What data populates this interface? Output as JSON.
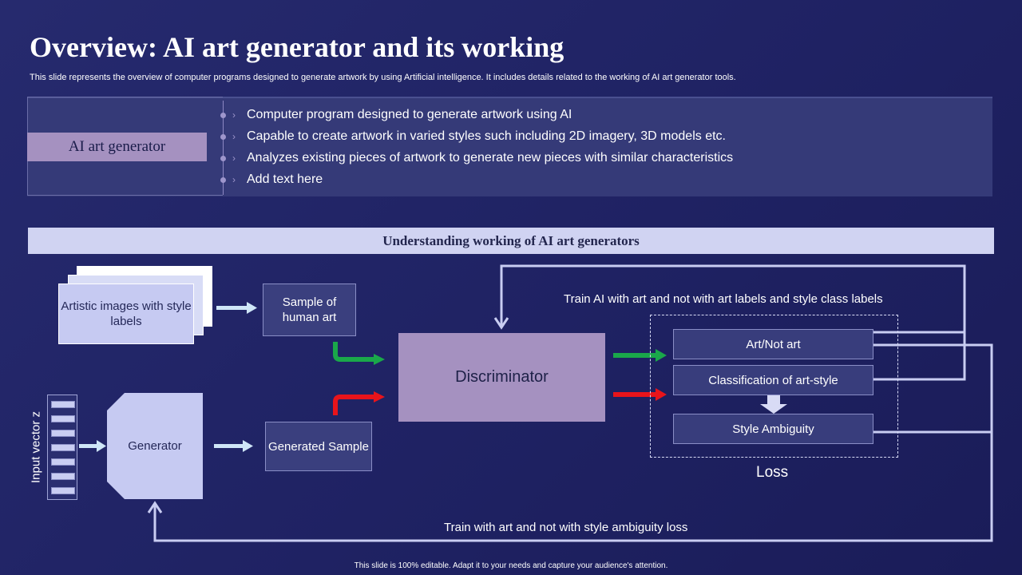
{
  "slide": {
    "title": "Overview: AI art generator and its working",
    "subtitle": "This slide represents the overview of computer programs designed to generate artwork by using Artificial intelligence. It includes details related to the working of AI art generator tools.",
    "footer": "This slide is 100% editable. Adapt it to your needs and capture your audience's attention."
  },
  "overview": {
    "label": "AI art generator",
    "bullets": [
      "Computer program designed to generate artwork using AI",
      "Capable to create artwork in varied styles such including 2D imagery, 3D models etc.",
      "Analyzes existing pieces of artwork to generate new pieces with similar characteristics",
      "Add text here"
    ]
  },
  "diagram": {
    "heading": "Understanding working of AI art generators",
    "nodes": {
      "artistic_images": "Artistic images with style labels",
      "sample_human": "Sample of human art",
      "discriminator": "Discriminator",
      "generator": "Generator",
      "generated_sample": "Generated Sample",
      "input_vector": "Input vector z",
      "art_not_art": "Art/Not art",
      "classification": "Classification of art-style",
      "style_ambiguity": "Style Ambiguity",
      "loss": "Loss"
    },
    "labels": {
      "top_feedback": "Train AI with art and not with art labels and style class labels",
      "bottom_feedback": "Train with art and not with style ambiguity loss"
    },
    "colors": {
      "real_path": "#1aa84a",
      "fake_path": "#e8141b",
      "flow_arrow": "#cfe6f7",
      "feedback_line": "#c9cdf2"
    }
  }
}
